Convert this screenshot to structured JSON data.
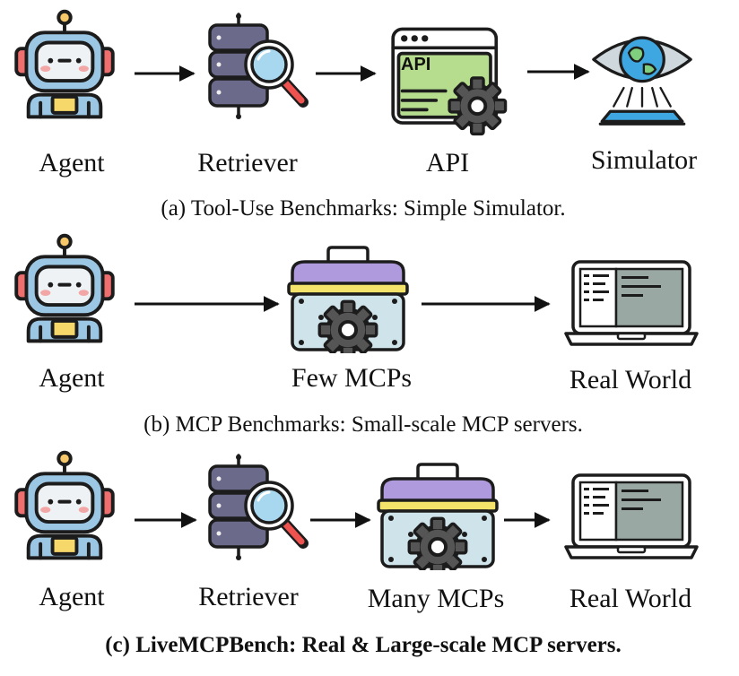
{
  "rows": [
    {
      "nodes": [
        {
          "icon": "robot-icon",
          "label": "Agent"
        },
        {
          "icon": "database-search-icon",
          "label": "Retriever"
        },
        {
          "icon": "api-gear-icon",
          "label": "API"
        },
        {
          "icon": "hologram-globe-icon",
          "label": "Simulator"
        }
      ],
      "caption": "(a) Tool-Use Benchmarks: Simple Simulator."
    },
    {
      "nodes": [
        {
          "icon": "robot-icon",
          "label": "Agent"
        },
        {
          "icon": "toolbox-icon",
          "label": "Few MCPs"
        },
        {
          "icon": "laptop-icon",
          "label": "Real World"
        }
      ],
      "caption": "(b) MCP Benchmarks: Small-scale MCP servers."
    },
    {
      "nodes": [
        {
          "icon": "robot-icon",
          "label": "Agent"
        },
        {
          "icon": "database-search-icon",
          "label": "Retriever"
        },
        {
          "icon": "toolbox-icon",
          "label": "Many MCPs"
        },
        {
          "icon": "laptop-icon",
          "label": "Real World"
        }
      ],
      "caption": "(c) LiveMCPBench: Real & Large-scale MCP servers."
    }
  ],
  "icon_text": {
    "api": "API"
  },
  "colors": {
    "robot_body": "#9cc7e4",
    "robot_dark": "#6e9dc5",
    "screen": "#eef2f5",
    "cheek": "#f2a6a6",
    "ear": "#ef6f6f",
    "antenna": "#f6c86a",
    "db": "#6b6a8a",
    "lens": "#a8d8f0",
    "handle": "#ef5350",
    "api_panel": "#b6dd8e",
    "gear": "#555555",
    "globe": "#3ea6e0",
    "land": "#7fcf7f",
    "toolbox_lid": "#b09ade",
    "toolbox_band": "#f4e36a",
    "toolbox_body": "#cfe3ea",
    "laptop_screen": "#9aa8a4",
    "outline": "#1c1c1c"
  }
}
